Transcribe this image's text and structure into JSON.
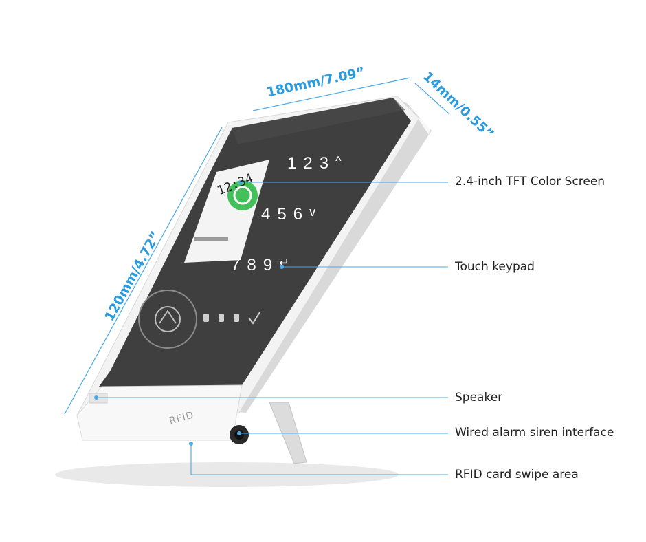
{
  "dimensions": {
    "width": "180mm/7.09”",
    "height": "120mm/4.72”",
    "depth": "14mm/0.55”"
  },
  "callouts": [
    "2.4-inch TFT Color Screen",
    "Touch keypad",
    "Speaker",
    "Wired alarm siren interface",
    "RFID card swipe area"
  ],
  "device": {
    "screen_time": "12:34",
    "keypad_row1": [
      "1",
      "2",
      "3",
      "^"
    ],
    "keypad_row2": [
      "4",
      "5",
      "6",
      "v"
    ],
    "keypad_row3": [
      "7",
      "8",
      "9",
      "↵"
    ],
    "rfid_label": "RFID"
  },
  "colors": {
    "dimension": "#2a9be0",
    "callout_line": "#4aa8e8",
    "device_face": "#3f3f3f",
    "device_shell": "#f2f2f2",
    "screen_accent": "#43c05a"
  }
}
